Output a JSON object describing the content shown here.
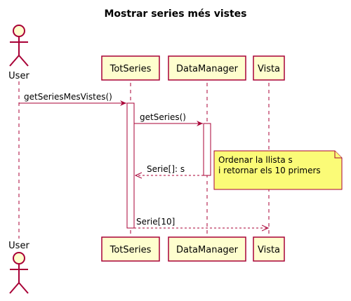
{
  "diagram": {
    "title": "Mostrar series més vistes",
    "participants": {
      "user": "User",
      "totseries": "TotSeries",
      "datamanager": "DataManager",
      "vista": "Vista"
    },
    "messages": {
      "m1": "getSeriesMesVistes()",
      "m2": "getSeries()",
      "m3": "Serie[]: s",
      "m4": "Serie[10]"
    },
    "note": {
      "line1": "Ordenar la llista s",
      "line2": "i retornar els 10 primers"
    },
    "colors": {
      "participant_fill": "#FEFECE",
      "participant_stroke": "#A80036",
      "note_fill": "#FBFB77",
      "lifeline": "#A80036"
    }
  }
}
